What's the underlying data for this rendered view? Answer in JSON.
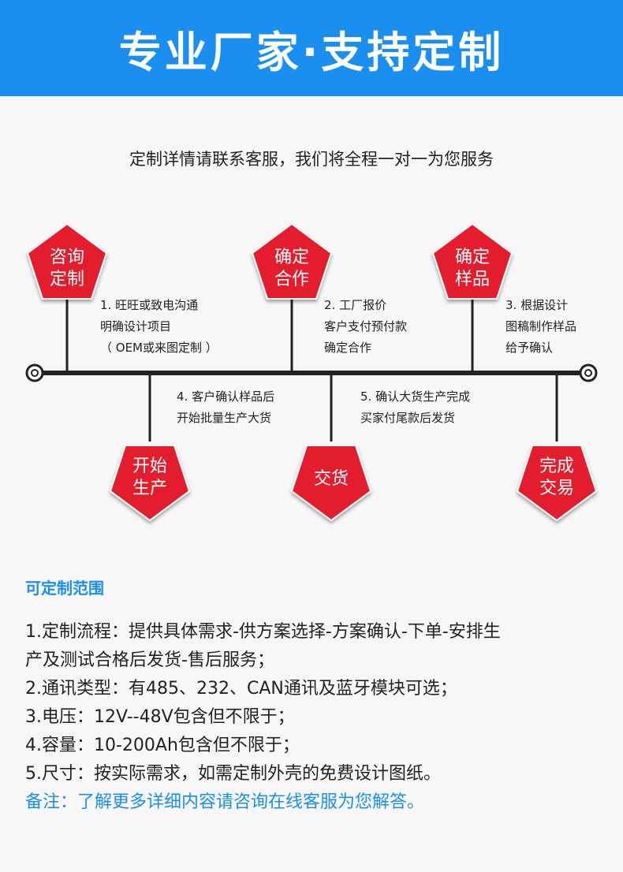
{
  "header": {
    "title": "专业厂家·支持定制"
  },
  "subtitle": "定制详情请联系客服，我们将全程一对一为您服务",
  "steps_top": [
    {
      "badge": [
        "咨询",
        "定制"
      ],
      "lines": [
        "1. 旺旺或致电沟通",
        "明确设计项目",
        "（ OEM或来图定制 ）"
      ]
    },
    {
      "badge": [
        "确定",
        "合作"
      ],
      "lines": [
        "2. 工厂报价",
        "客户支付预付款",
        "确定合作"
      ]
    },
    {
      "badge": [
        "确定",
        "样品"
      ],
      "lines": [
        "3. 根据设计",
        "图稿制作样品",
        "给予确认"
      ]
    }
  ],
  "steps_bottom": [
    {
      "badge": [
        "开始",
        "生产"
      ],
      "lines": [
        "4. 客户确认样品后",
        "开始批量生产大货"
      ]
    },
    {
      "badge": [
        "交货"
      ],
      "lines": [
        "5. 确认大货生产完成",
        "买家付尾款后发货"
      ]
    },
    {
      "badge": [
        "完成",
        "交易"
      ],
      "lines": []
    }
  ],
  "scope": {
    "title": "可定制范围",
    "items": [
      "1.定制流程：提供具体需求-供方案选择-方案确认-下单-安排生",
      "产及测试合格后发货-售后服务；",
      "2.通讯类型：有485、232、CAN通讯及蓝牙模块可选；",
      "3.电压：12V--48V包含但不限于；",
      "4.容量：10-200Ah包含但不限于；",
      "5.尺寸：按实际需求，如需定制外壳的免费设计图纸。"
    ],
    "note": "备注：了解更多详细内容请咨询在线客服为您解答。"
  },
  "colors": {
    "accent": "#1a8ff0",
    "badge": "#e31e2d",
    "line": "#222222"
  }
}
